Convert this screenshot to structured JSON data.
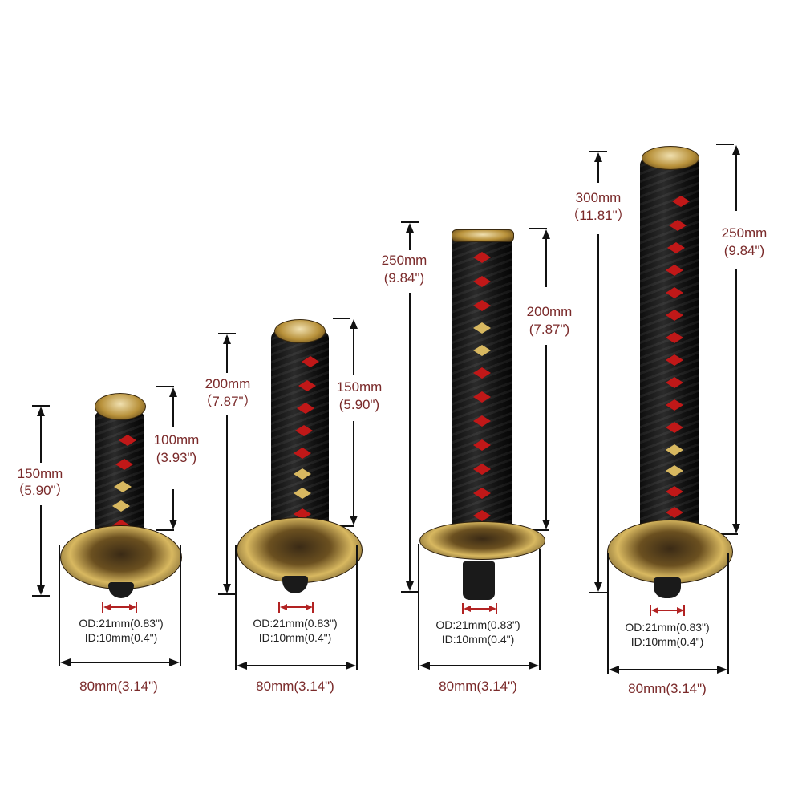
{
  "products": [
    {
      "id": "knob-150",
      "total_length": {
        "mm": "150mm",
        "in": "（5.90\"）"
      },
      "handle_length": {
        "mm": "100mm",
        "in": "(3.93\")"
      },
      "od": "OD:21mm(0.83\")",
      "id_label": "ID:10mm(0.4\")",
      "base_width": "80mm(3.14\")"
    },
    {
      "id": "knob-200",
      "total_length": {
        "mm": "200mm",
        "in": "（7.87\"）"
      },
      "handle_length": {
        "mm": "150mm",
        "in": "(5.90\")"
      },
      "od": "OD:21mm(0.83\")",
      "id_label": "ID:10mm(0.4\")",
      "base_width": "80mm(3.14\")"
    },
    {
      "id": "knob-250",
      "total_length": {
        "mm": "250mm",
        "in": "(9.84\")"
      },
      "handle_length": {
        "mm": "200mm",
        "in": "(7.87\")"
      },
      "od": "OD:21mm(0.83\")",
      "id_label": "ID:10mm(0.4\")",
      "base_width": "80mm(3.14\")"
    },
    {
      "id": "knob-300",
      "total_length": {
        "mm": "300mm",
        "in": "（11.81\"）"
      },
      "handle_length": {
        "mm": "250mm",
        "in": "(9.84\")"
      },
      "od": "OD:21mm(0.83\")",
      "id_label": "ID:10mm(0.4\")",
      "base_width": "80mm(3.14\")"
    }
  ],
  "colors": {
    "label_red": "#7a2a2a",
    "wrap_red": "#c01818",
    "gold": "#d8b860",
    "handle_black": "#111111",
    "od_arrow_red": "#b22222"
  }
}
